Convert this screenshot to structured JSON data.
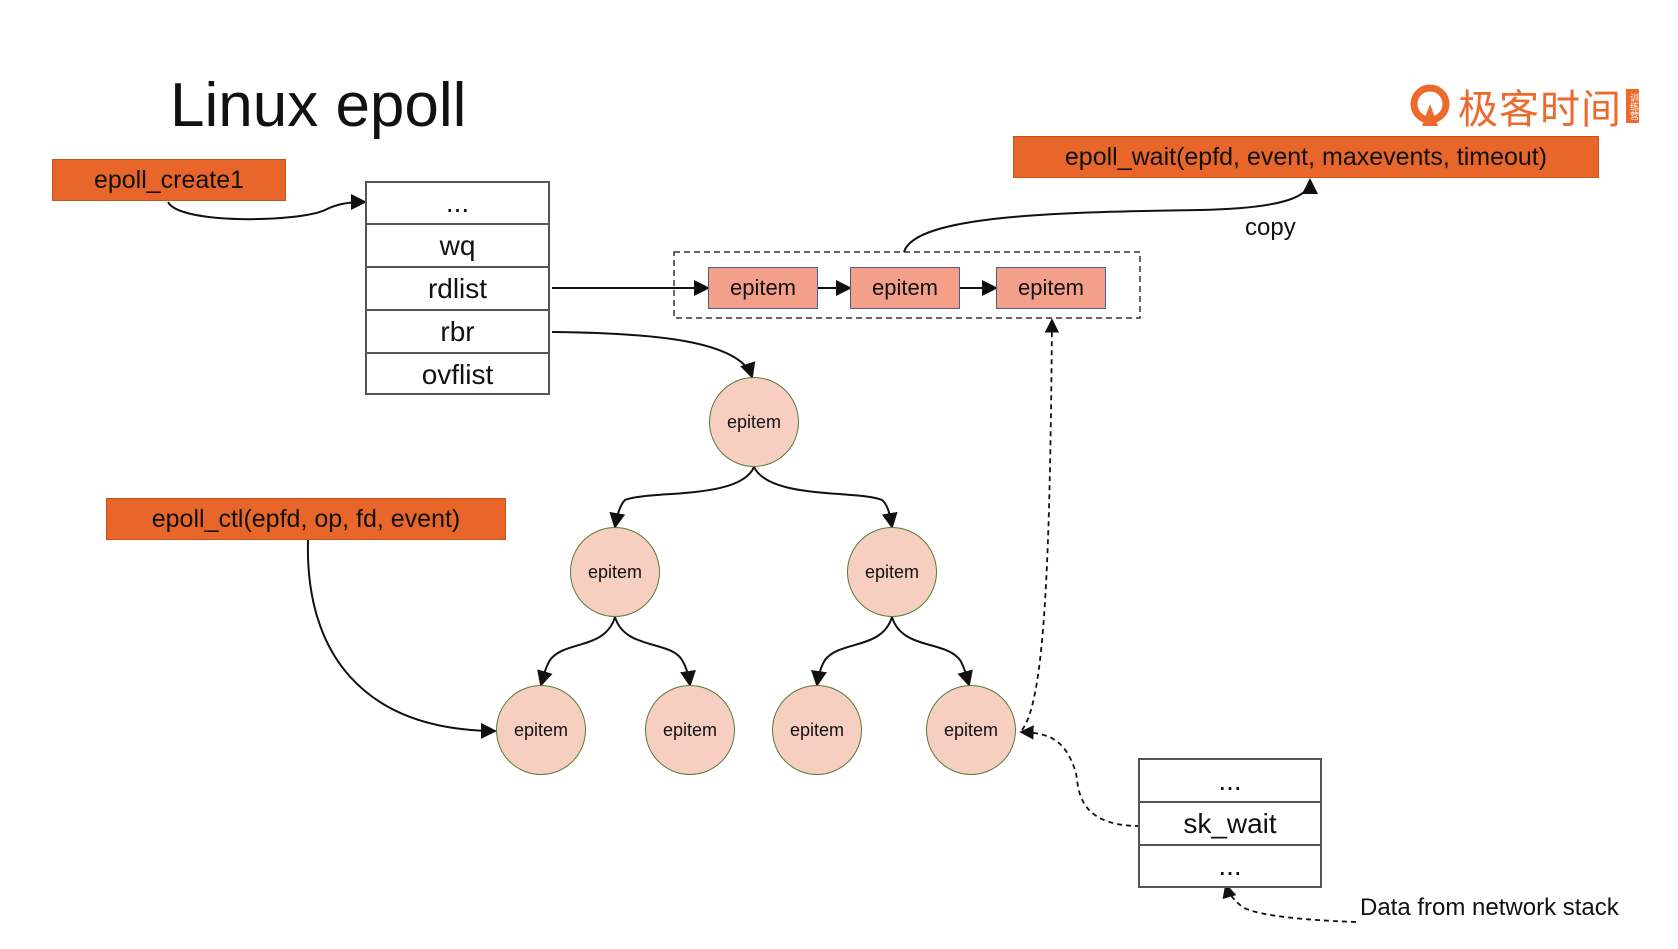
{
  "title": "Linux epoll",
  "logo": {
    "text": "极客时间",
    "badge": "训练营",
    "icon": "geektime-logo-icon",
    "color": "#ec6a2c"
  },
  "calls": {
    "create": "epoll_create1",
    "wait": "epoll_wait(epfd, event, maxevents, timeout)",
    "ctl": "epoll_ctl(epfd, op, fd, event)"
  },
  "eventpoll": {
    "fields": [
      "...",
      "wq",
      "rdlist",
      "rbr",
      "ovflist"
    ]
  },
  "rdlist_items": [
    "epitem",
    "epitem",
    "epitem"
  ],
  "tree_nodes": [
    "epitem",
    "epitem",
    "epitem",
    "epitem",
    "epitem",
    "epitem",
    "epitem"
  ],
  "socket": {
    "fields": [
      "...",
      "sk_wait",
      "..."
    ]
  },
  "labels": {
    "copy": "copy",
    "network": "Data from network stack"
  },
  "colors": {
    "call_box": "#e8662a",
    "rdlist_item": "#f49f8a",
    "tree_node": "#f7cfc1"
  }
}
